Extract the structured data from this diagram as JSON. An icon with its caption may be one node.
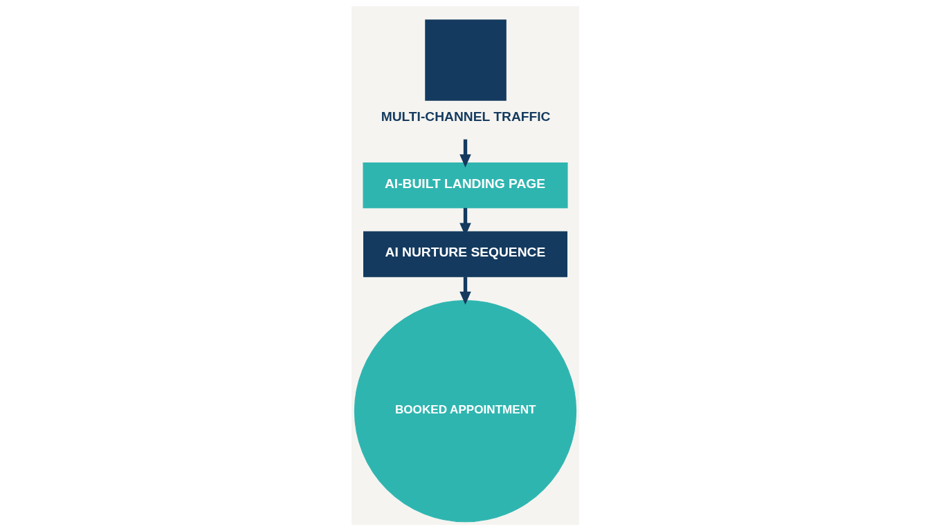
{
  "diagram": {
    "nodes": [
      {
        "text": [
          "MULTI-CHANNEL TRAFFIC"
        ]
      },
      {
        "text": [
          "AI-BUILT LANDING PAGE"
        ]
      },
      {
        "text": [
          "AI NURTURE SEQUENCE"
        ]
      },
      {
        "text": [
          "BOOKED APPOINTMENT"
        ]
      }
    ],
    "edges": [
      {
        "from": 0,
        "to": 1,
        "arrow": "to"
      },
      {
        "from": 1,
        "to": 2,
        "arrow": "to"
      },
      {
        "from": 2,
        "to": 3,
        "arrow": "to"
      }
    ]
  }
}
